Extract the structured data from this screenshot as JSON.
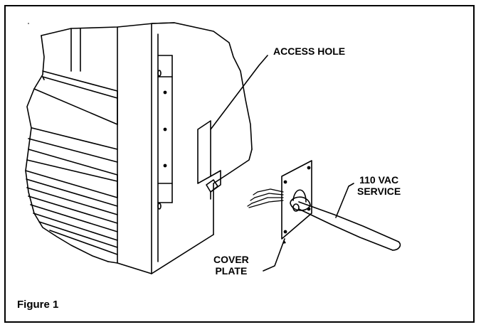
{
  "labels": {
    "access_hole": "ACCESS HOLE",
    "service": [
      "110 VAC",
      "SERVICE"
    ],
    "cover_plate": [
      "COVER",
      "PLATE"
    ]
  },
  "caption": "Figure 1",
  "colors": {
    "ink": "#000000",
    "paper": "#ffffff"
  }
}
